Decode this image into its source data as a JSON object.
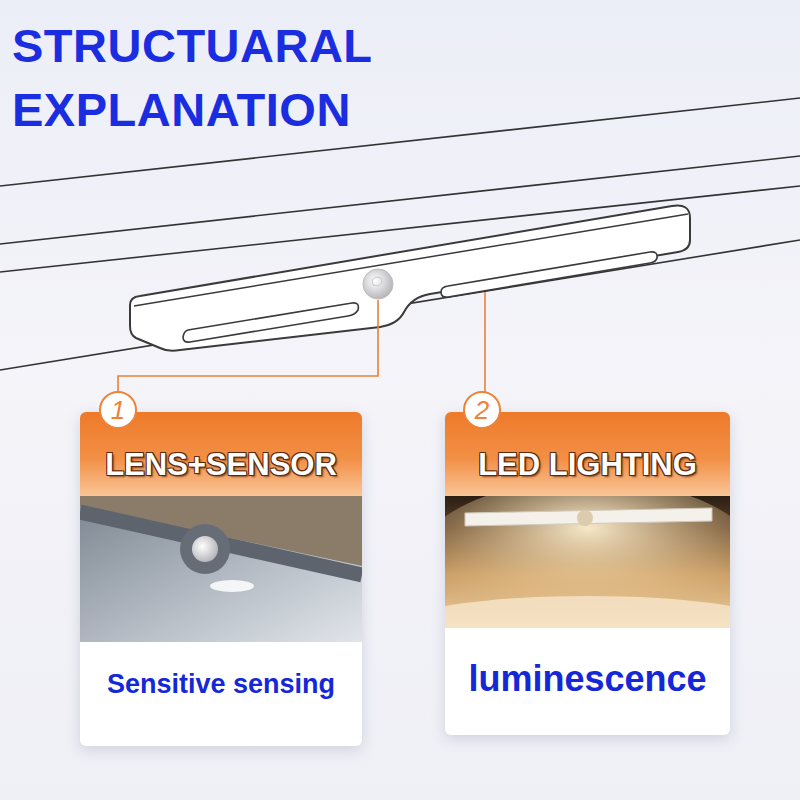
{
  "diagram": {
    "title": "STRUCTUARAL EXPLANATION",
    "nodes": [
      {
        "text": [
          "Sensitive sensing"
        ]
      },
      {
        "text": [
          "1"
        ],
        "in": 0
      },
      {
        "text": [
          "LENS+SENSOR"
        ],
        "in": 0
      },
      {
        "text": [
          "luminescence"
        ]
      },
      {
        "text": [
          "2"
        ],
        "in": 3
      },
      {
        "text": [
          "LED LIGHTING"
        ],
        "in": 3
      }
    ]
  }
}
